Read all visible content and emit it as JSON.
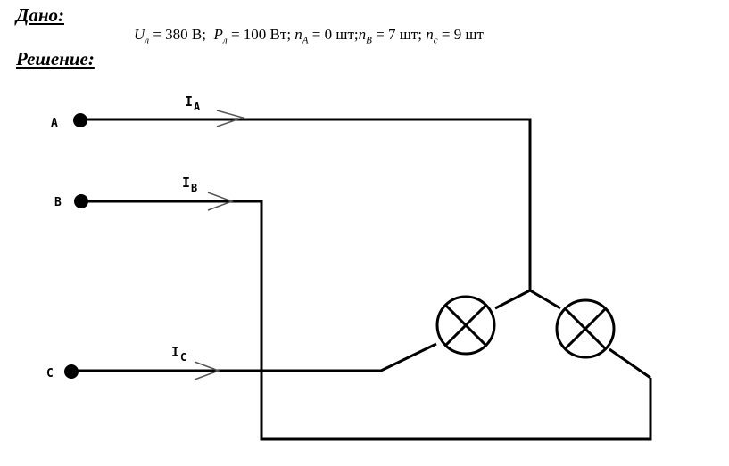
{
  "headings": {
    "given": "Дано:",
    "solution": "Решение:"
  },
  "given": {
    "U": {
      "symbol": "U",
      "sub": "л",
      "value": "380 В"
    },
    "P": {
      "symbol": "P",
      "sub": "л",
      "value": "100 Вт"
    },
    "nA": {
      "symbol": "n",
      "sub": "A",
      "value": "0 шт"
    },
    "nB": {
      "symbol": "n",
      "sub": "B",
      "value": "7 шт"
    },
    "nC": {
      "symbol": "n",
      "sub": "c",
      "value": "9 шт"
    }
  },
  "diagram": {
    "nodes": [
      "A",
      "B",
      "C"
    ],
    "currents": [
      {
        "main": "I",
        "sub": "A"
      },
      {
        "main": "I",
        "sub": "B"
      },
      {
        "main": "I",
        "sub": "C"
      }
    ]
  }
}
